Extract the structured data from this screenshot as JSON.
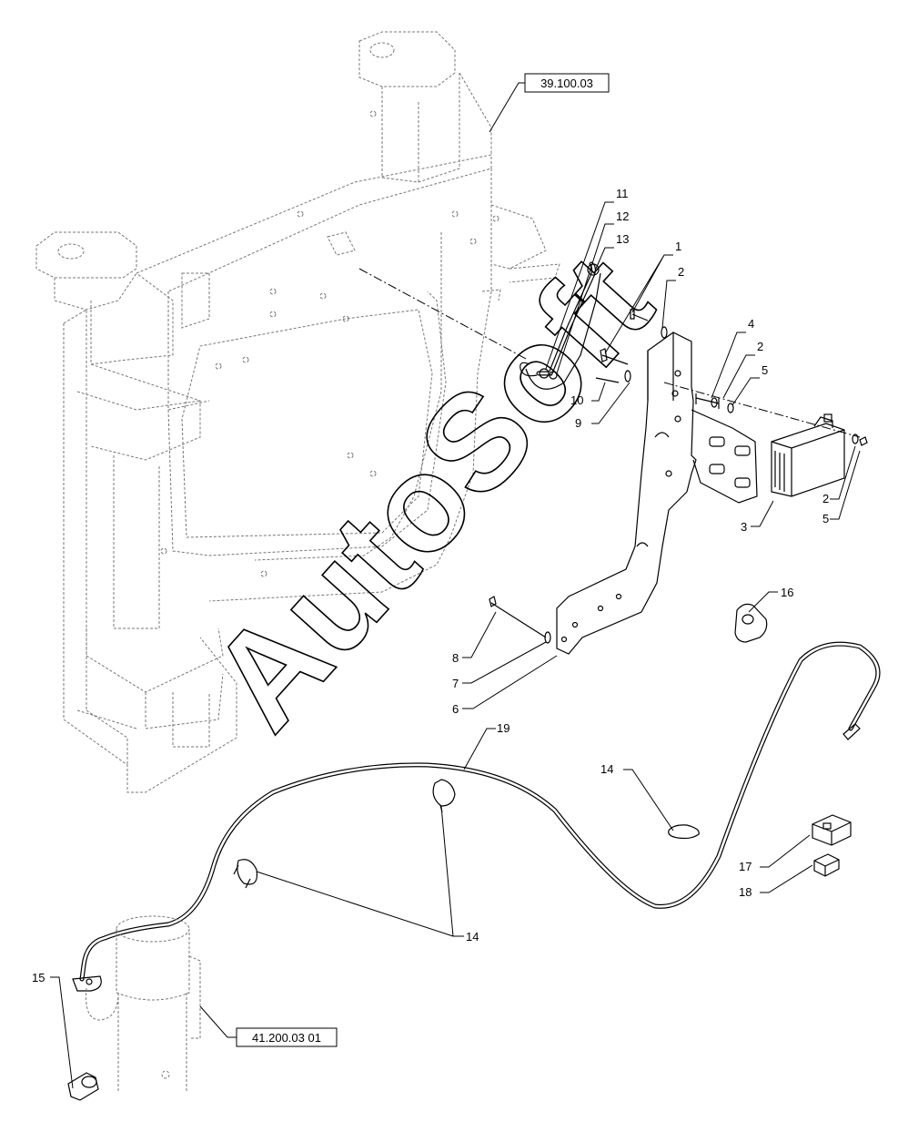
{
  "references": {
    "frame_ref": "39.100.03",
    "cylinder_ref": "41.200.03 01"
  },
  "watermark": "AutoSoft",
  "callouts": {
    "c1": "1",
    "c2a": "2",
    "c2b": "2",
    "c2c": "2",
    "c3": "3",
    "c4": "4",
    "c5a": "5",
    "c5b": "5",
    "c6": "6",
    "c7": "7",
    "c8": "8",
    "c9": "9",
    "c10": "10",
    "c11": "11",
    "c12": "12",
    "c13": "13",
    "c14a": "14",
    "c14b": "14",
    "c15": "15",
    "c16": "16",
    "c17": "17",
    "c18": "18",
    "c19": "19"
  }
}
